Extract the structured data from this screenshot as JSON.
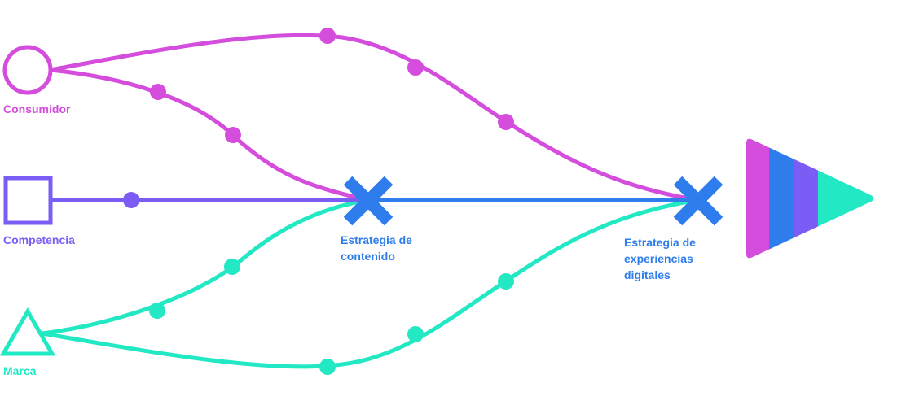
{
  "colors": {
    "consumidor": "#d44ddc",
    "competencia": "#7b5cf5",
    "marca": "#22e8c4",
    "estrategia": "#2f7ded"
  },
  "nodes": {
    "consumidor": {
      "label": "Consumidor",
      "shape": "circle-icon"
    },
    "competencia": {
      "label": "Competencia",
      "shape": "square-icon"
    },
    "marca": {
      "label": "Marca",
      "shape": "triangle-icon"
    }
  },
  "stages": {
    "contenido": {
      "label": "Estrategia de contenido",
      "marker": "x-icon"
    },
    "experiencias": {
      "label": "Estrategia de experiencias digitales",
      "marker": "x-icon"
    }
  },
  "output": {
    "icon": "striped-arrow-icon"
  }
}
